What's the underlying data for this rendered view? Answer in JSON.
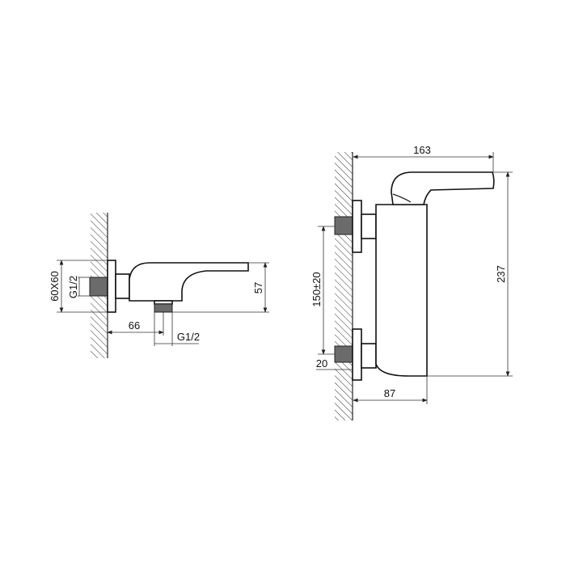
{
  "side_view": {
    "escutcheon_size": "60X60",
    "inlet_thread": "G1/2",
    "height": "57",
    "outlet_offset": "66",
    "outlet_thread": "G1/2"
  },
  "front_view": {
    "width": "163",
    "height": "237",
    "inlet_spacing": "150±20",
    "inlet_depth": "20",
    "body_depth": "87"
  }
}
